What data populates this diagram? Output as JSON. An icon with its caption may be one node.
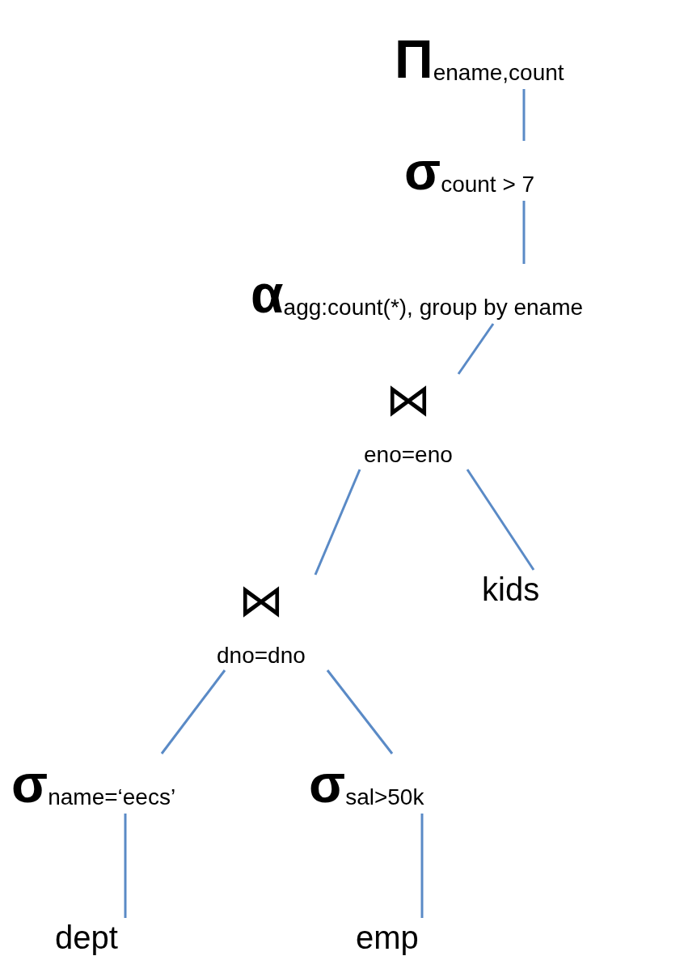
{
  "diagram": {
    "nodes": [
      {
        "text": [
          "Π$_{ename,count}$"
        ]
      },
      {
        "text": [
          "σ$_{count > 7}$"
        ]
      },
      {
        "text": [
          "α$_{agg:count(*), group by ename}$"
        ]
      },
      {
        "text": [
          "⋈",
          "eno=eno"
        ]
      },
      {
        "text": [
          "kids"
        ]
      },
      {
        "text": [
          "⋈",
          "dno=dno"
        ]
      },
      {
        "text": [
          "σ$_{name=‘eecs’}$"
        ]
      },
      {
        "text": [
          "σ$_{sal>50k}$"
        ]
      },
      {
        "text": [
          "dept"
        ]
      },
      {
        "text": [
          "emp"
        ]
      }
    ],
    "edges": [
      {
        "from": 0,
        "to": 1,
        "arrow": "none"
      },
      {
        "from": 1,
        "to": 2,
        "arrow": "none"
      },
      {
        "from": 2,
        "to": 3,
        "arrow": "none"
      },
      {
        "from": 3,
        "to": 5,
        "arrow": "none"
      },
      {
        "from": 3,
        "to": 4,
        "arrow": "none"
      },
      {
        "from": 5,
        "to": 6,
        "arrow": "none"
      },
      {
        "from": 5,
        "to": 7,
        "arrow": "none"
      },
      {
        "from": 6,
        "to": 8,
        "arrow": "none"
      },
      {
        "from": 7,
        "to": 9,
        "arrow": "none"
      }
    ]
  }
}
